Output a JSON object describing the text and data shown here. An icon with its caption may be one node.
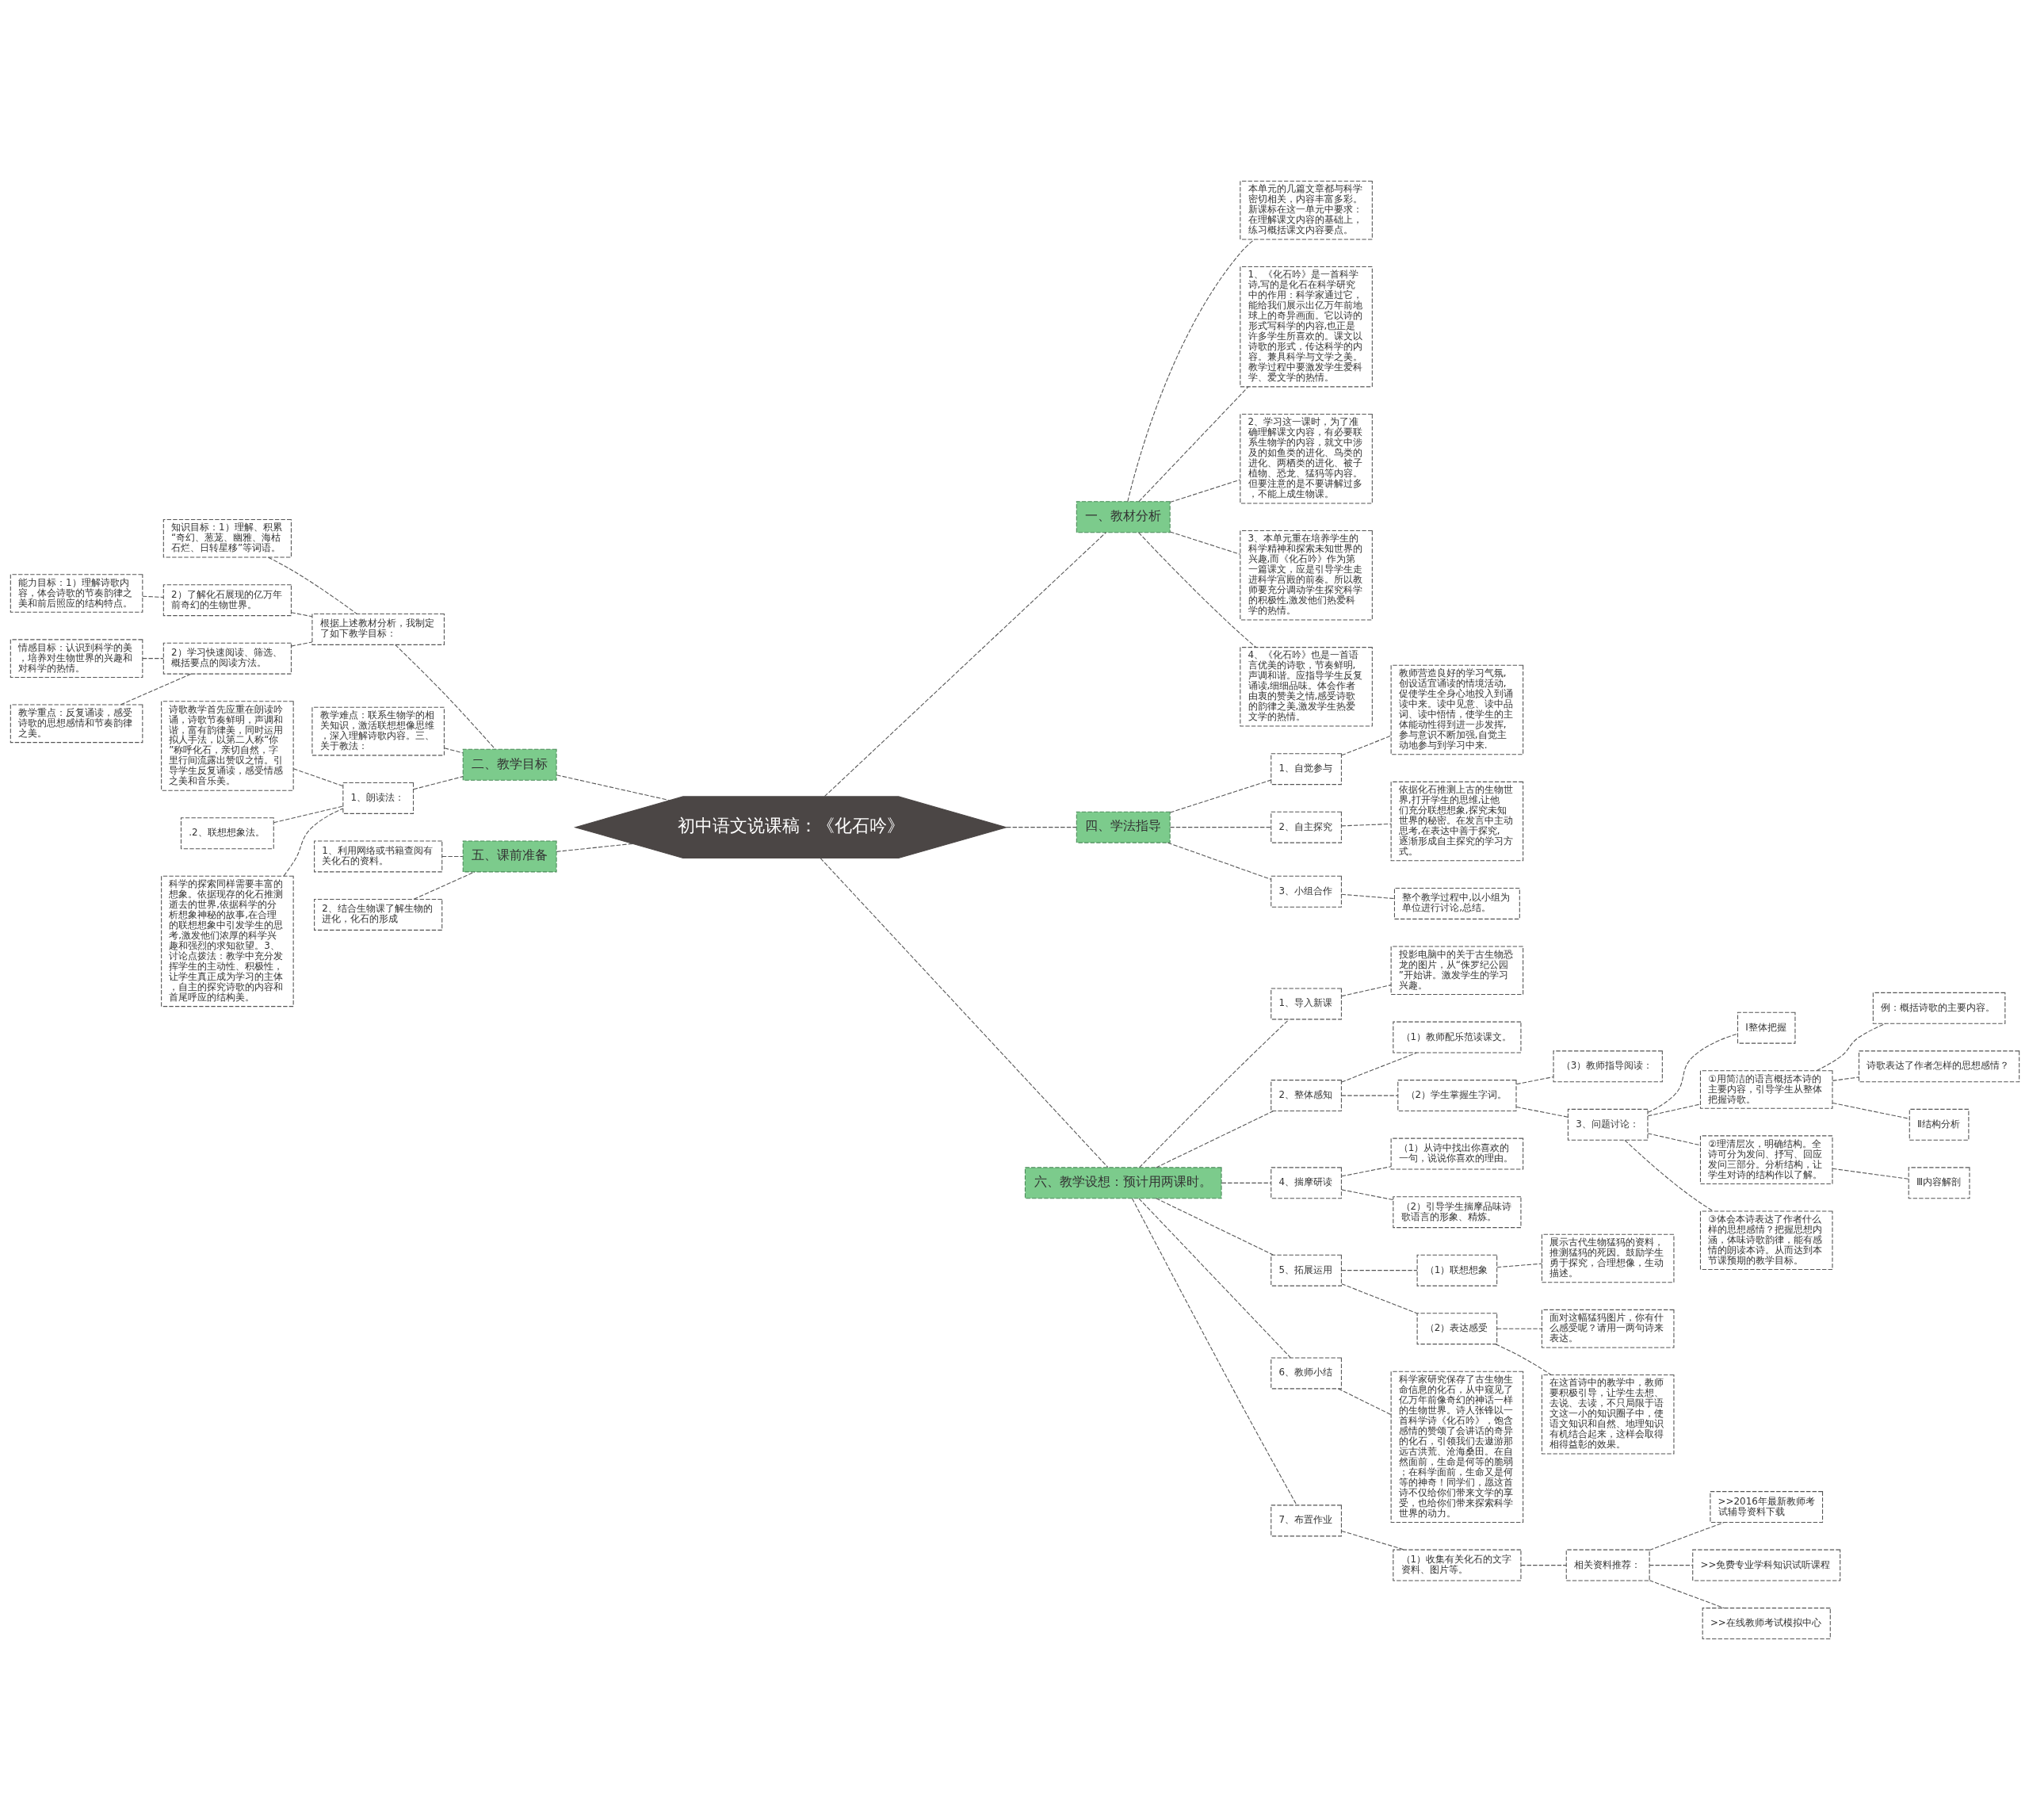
{
  "diagram": {
    "nodes": [
      {
        "text": [
          "初中语文说课稿：《化石吟》"
        ]
      },
      {
        "text": [
          "一、教材分析"
        ]
      },
      {
        "text": [
          "本单元的几篇文章都与科学密切相关，内容丰富多彩。新课标在这一单元中要求：在理解课文内容的基础上，练习概括课文内容要点。"
        ]
      },
      {
        "text": [
          "1、《化石吟》是一首科学诗,写的是化石在科学研究中的作用：科学家通过它，能给我们展示出亿万年前地球上的奇异画面。它以诗的形式写科学的内容,也正是许多学生所喜欢的。课文以诗歌的形式，传达科学的内容。兼具科学与文学之美。教学过程中要激发学生爱科学、爱文学的热情。"
        ]
      },
      {
        "text": [
          "2、学习这一课时，为了准确理解课文内容，有必要联系生物学的内容，就文中涉及的如鱼类的进化、鸟类的进化、两栖类的进化、被子植物、恐龙、猛犸等内容。但要注意的是不要讲解过多，不能上成生物课。"
        ]
      },
      {
        "text": [
          "3、本单元重在培养学生的科学精神和探索未知世界的兴趣,而《化石吟》作为第一篇课文，应是引导学生走进科学宫殿的前奏。所以教师要充分调动学生探究科学的积极性,激发他们热爱科学的热情。"
        ]
      },
      {
        "text": [
          "4、《化石吟》也是一首语言优美的诗歌，节奏鲜明,声调和谐。应指导学生反复诵读,细细品味。体会作者由衷的赞美之情,感受诗歌的韵律之美,激发学生热爱文学的热情。"
        ]
      },
      {
        "text": [
          "四、学法指导"
        ]
      },
      {
        "text": [
          "1、自觉参与"
        ]
      },
      {
        "text": [
          "教师营造良好的学习气氛,创设适宜诵读的情境活动,促使学生全身心地投入到诵读中来。读中见意、读中品词、读中悟情，使学生的主体能动性得到进一步发挥,参与意识不断加强,自觉主动地参与到学习中来."
        ]
      },
      {
        "text": [
          "2、自主探究"
        ]
      },
      {
        "text": [
          "依据化石推测上古的生物世界,打开学生的思维,让他们充分联想想象,探究未知世界的秘密。在发言中主动思考,在表达中善于探究,逐渐形成自主探究的学习方式。"
        ]
      },
      {
        "text": [
          "3、小组合作"
        ]
      },
      {
        "text": [
          "整个教学过程中,以小组为单位进行讨论,总结。"
        ]
      },
      {
        "text": [
          "六、教学设想：预计用两课时。"
        ]
      },
      {
        "text": [
          "1、导入新课"
        ]
      },
      {
        "text": [
          "投影电脑中的关于古生物恐龙的图片，从“侏罗纪公园”开始讲。激发学生的学习兴趣。"
        ]
      },
      {
        "text": [
          "2、整体感知"
        ]
      },
      {
        "text": [
          "（1）教师配乐范读课文。"
        ]
      },
      {
        "text": [
          "（2）学生掌握生字词。"
        ]
      },
      {
        "text": [
          "（3）教师指导阅读："
        ]
      },
      {
        "text": [
          "3、问题讨论："
        ]
      },
      {
        "text": [
          "Ⅰ整体把握"
        ]
      },
      {
        "text": [
          "①用简洁的语言概括本诗的主要内容，引导学生从整体把握诗歌。"
        ]
      },
      {
        "text": [
          "例：概括诗歌的主要内容。"
        ]
      },
      {
        "text": [
          "诗歌表达了作者怎样的思想感情？"
        ]
      },
      {
        "text": [
          "Ⅱ结构分析"
        ]
      },
      {
        "text": [
          "②理清层次，明确结构。全诗可分为发问、抒写、回应发问三部分。分析结构，让学生对诗的结构作以了解。"
        ]
      },
      {
        "text": [
          "Ⅲ内容解剖"
        ]
      },
      {
        "text": [
          "③体会本诗表达了作者什么样的思想感情？把握思想内涵，体味诗歌韵律，能有感情的朗读本诗。从而达到本节课预期的教学目标。"
        ]
      },
      {
        "text": [
          "4、揣摩研读"
        ]
      },
      {
        "text": [
          "（1）从诗中找出你喜欢的一句，说说你喜欢的理由。"
        ]
      },
      {
        "text": [
          "（2）引导学生揣摩品味诗歌语言的形象、精炼。"
        ]
      },
      {
        "text": [
          "5、拓展运用"
        ]
      },
      {
        "text": [
          "（1）联想想象"
        ]
      },
      {
        "text": [
          "展示古代生物猛犸的资料，推测猛犸的死因。鼓励学生勇于探究，合理想像，生动描述。"
        ]
      },
      {
        "text": [
          "（2）表达感受"
        ]
      },
      {
        "text": [
          "面对这幅猛犸图片，你有什么感受呢？请用一两句诗来表达。"
        ]
      },
      {
        "text": [
          "在这首诗中的教学中，教师要积极引导，让学生去想、去说、去读，不只局限于语文这一小的知识圈子中，使语文知识和自然、地理知识有机结合起来，这样会取得相得益彰的效果。"
        ]
      },
      {
        "text": [
          "6、教师小结"
        ]
      },
      {
        "text": [
          "科学家研究保存了古生物生命信息的化石，从中窥见了亿万年前像奇幻的神话一样的生物世界。诗人张锋以一首科学诗《化石吟》，饱含感情的赞颂了会讲话的奇异的化石，引领我们去遨游那远古洪荒、沧海桑田。在自然面前，生命是何等的脆弱；在科学面前，生命又是何等的神奇！同学们，愿这首诗不仅给你们带来文学的享受，也给你们带来探索科学世界的动力。"
        ]
      },
      {
        "text": [
          "7、布置作业"
        ]
      },
      {
        "text": [
          "（1）收集有关化石的文字资料、图片等。"
        ]
      },
      {
        "text": [
          "相关资料推荐："
        ]
      },
      {
        "text": [
          ">>2016年最新教师考试辅导资料下载"
        ]
      },
      {
        "text": [
          ">>免费专业学科知识试听课程"
        ]
      },
      {
        "text": [
          ">>在线教师考试模拟中心"
        ]
      },
      {
        "text": [
          "二、教学目标"
        ]
      },
      {
        "text": [
          "根据上述教材分析，我制定了如下教学目标："
        ]
      },
      {
        "text": [
          "知识目标：1）理解、积累“奇幻、葱茏、幽雅、海枯石烂、日转星移”等词语。"
        ]
      },
      {
        "text": [
          "2）了解化石展现的亿万年前奇幻的生物世界。"
        ]
      },
      {
        "text": [
          "能力目标：1）理解诗歌内容，体会诗歌的节奏韵律之美和前后照应的结构特点。"
        ]
      },
      {
        "text": [
          "2）学习快速阅读、筛选、概括要点的阅读方法。"
        ]
      },
      {
        "text": [
          "情感目标：认识到科学的美，培养对生物世界的兴趣和对科学的热情。"
        ]
      },
      {
        "text": [
          "教学重点：反复诵读，感受诗歌的思想感情和节奏韵律之美。"
        ]
      },
      {
        "text": [
          "教学难点：联系生物学的相关知识，激活联想想像思维，深入理解诗歌内容。三、关于教法："
        ]
      },
      {
        "text": [
          "1、朗读法："
        ]
      },
      {
        "text": [
          "诗歌教学首先应重在朗读吟诵，诗歌节奏鲜明，声调和谐，富有韵律美，同时运用拟人手法，以第二人称“你”称呼化石，亲切自然，字里行间流露出赞叹之情。引导学生反复诵读，感受情感之美和音乐美。"
        ]
      },
      {
        "text": [
          ".2、联想想象法。"
        ]
      },
      {
        "text": [
          "科学的探索同样需要丰富的想象。依据现存的化石推测逝去的世界,依据科学的分析想象神秘的故事,在合理的联想想象中引发学生的思考,激发他们浓厚的科学兴趣和强烈的求知欲望。3、讨论点拨法：教学中充分发挥学生的主动性、积极性，让学生真正成为学习的主体，自主的探究诗歌的内容和首尾呼应的结构美。"
        ]
      },
      {
        "text": [
          "五、课前准备"
        ]
      },
      {
        "text": [
          "1、利用网络或书籍查阅有关化石的资料。"
        ]
      },
      {
        "text": [
          "2、结合生物课了解生物的进化，化石的形成"
        ]
      }
    ],
    "edges": [
      {
        "from": 0,
        "to": 1,
        "arrow": "none"
      },
      {
        "from": 1,
        "to": 2,
        "arrow": "none"
      },
      {
        "from": 1,
        "to": 3,
        "arrow": "none"
      },
      {
        "from": 1,
        "to": 4,
        "arrow": "none"
      },
      {
        "from": 1,
        "to": 5,
        "arrow": "none"
      },
      {
        "from": 1,
        "to": 6,
        "arrow": "none"
      },
      {
        "from": 0,
        "to": 7,
        "arrow": "none"
      },
      {
        "from": 7,
        "to": 8,
        "arrow": "none"
      },
      {
        "from": 8,
        "to": 9,
        "arrow": "none"
      },
      {
        "from": 7,
        "to": 10,
        "arrow": "none"
      },
      {
        "from": 10,
        "to": 11,
        "arrow": "none"
      },
      {
        "from": 7,
        "to": 12,
        "arrow": "none"
      },
      {
        "from": 12,
        "to": 13,
        "arrow": "none"
      },
      {
        "from": 0,
        "to": 14,
        "arrow": "none"
      },
      {
        "from": 14,
        "to": 15,
        "arrow": "none"
      },
      {
        "from": 15,
        "to": 16,
        "arrow": "none"
      },
      {
        "from": 14,
        "to": 17,
        "arrow": "none"
      },
      {
        "from": 17,
        "to": 18,
        "arrow": "none"
      },
      {
        "from": 17,
        "to": 19,
        "arrow": "none"
      },
      {
        "from": 19,
        "to": 20,
        "arrow": "none"
      },
      {
        "from": 19,
        "to": 21,
        "arrow": "none"
      },
      {
        "from": 21,
        "to": 22,
        "arrow": "none"
      },
      {
        "from": 21,
        "to": 23,
        "arrow": "none"
      },
      {
        "from": 23,
        "to": 24,
        "arrow": "none"
      },
      {
        "from": 23,
        "to": 25,
        "arrow": "none"
      },
      {
        "from": 23,
        "to": 26,
        "arrow": "none"
      },
      {
        "from": 21,
        "to": 27,
        "arrow": "none"
      },
      {
        "from": 27,
        "to": 28,
        "arrow": "none"
      },
      {
        "from": 21,
        "to": 29,
        "arrow": "none"
      },
      {
        "from": 14,
        "to": 30,
        "arrow": "none"
      },
      {
        "from": 30,
        "to": 31,
        "arrow": "none"
      },
      {
        "from": 30,
        "to": 32,
        "arrow": "none"
      },
      {
        "from": 14,
        "to": 33,
        "arrow": "none"
      },
      {
        "from": 33,
        "to": 34,
        "arrow": "none"
      },
      {
        "from": 34,
        "to": 35,
        "arrow": "none"
      },
      {
        "from": 33,
        "to": 36,
        "arrow": "none"
      },
      {
        "from": 36,
        "to": 37,
        "arrow": "none"
      },
      {
        "from": 36,
        "to": 38,
        "arrow": "none"
      },
      {
        "from": 14,
        "to": 39,
        "arrow": "none"
      },
      {
        "from": 39,
        "to": 40,
        "arrow": "none"
      },
      {
        "from": 14,
        "to": 41,
        "arrow": "none"
      },
      {
        "from": 41,
        "to": 42,
        "arrow": "none"
      },
      {
        "from": 42,
        "to": 43,
        "arrow": "none"
      },
      {
        "from": 43,
        "to": 44,
        "arrow": "none"
      },
      {
        "from": 43,
        "to": 45,
        "arrow": "none"
      },
      {
        "from": 43,
        "to": 46,
        "arrow": "none"
      },
      {
        "from": 0,
        "to": 47,
        "arrow": "none"
      },
      {
        "from": 47,
        "to": 48,
        "arrow": "none"
      },
      {
        "from": 48,
        "to": 49,
        "arrow": "none"
      },
      {
        "from": 48,
        "to": 50,
        "arrow": "none"
      },
      {
        "from": 50,
        "to": 51,
        "arrow": "none"
      },
      {
        "from": 48,
        "to": 52,
        "arrow": "none"
      },
      {
        "from": 52,
        "to": 53,
        "arrow": "none"
      },
      {
        "from": 52,
        "to": 54,
        "arrow": "none"
      },
      {
        "from": 47,
        "to": 55,
        "arrow": "none"
      },
      {
        "from": 47,
        "to": 56,
        "arrow": "none"
      },
      {
        "from": 56,
        "to": 57,
        "arrow": "none"
      },
      {
        "from": 56,
        "to": 58,
        "arrow": "none"
      },
      {
        "from": 56,
        "to": 59,
        "arrow": "none"
      },
      {
        "from": 0,
        "to": 60,
        "arrow": "none"
      },
      {
        "from": 60,
        "to": 61,
        "arrow": "none"
      },
      {
        "from": 60,
        "to": 62,
        "arrow": "none"
      }
    ]
  }
}
